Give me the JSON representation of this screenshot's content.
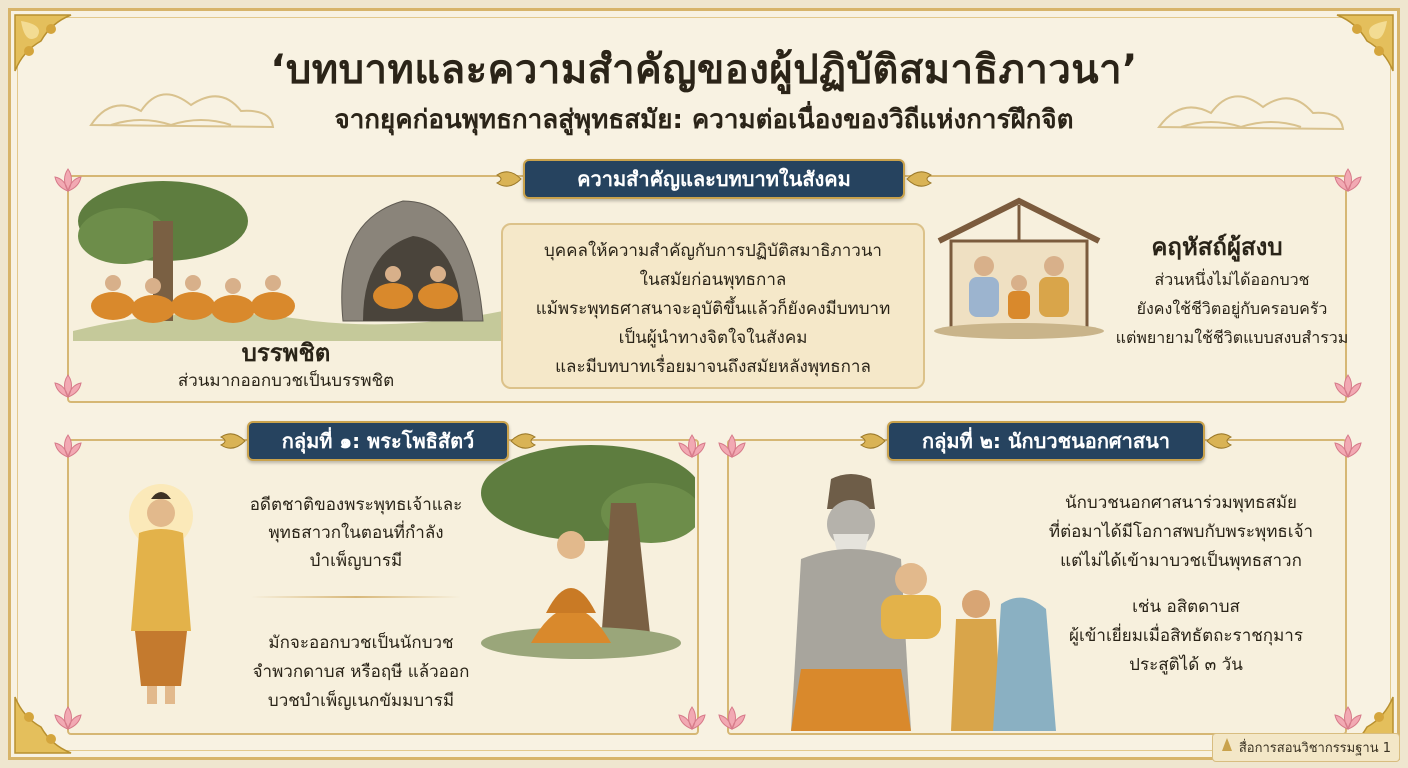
{
  "header": {
    "title": "‘บทบาทและความสำคัญของผู้ปฏิบัติสมาธิภาวนา’",
    "subtitle": "จากยุคก่อนพุทธกาลสู่พุทธสมัย: ความต่อเนื่องของวิถีแห่งการฝึกจิต"
  },
  "top_section": {
    "banner": "ความสำคัญและบทบาทในสังคม",
    "left": {
      "heading": "บรรพชิต",
      "caption": "ส่วนมากออกบวชเป็นบรรพชิต"
    },
    "center_lines": [
      "บุคคลให้ความสำคัญกับการปฏิบัติสมาธิภาวนา",
      "ในสมัยก่อนพุทธกาล",
      "แม้พระพุทธศาสนาจะอุบัติขึ้นแล้วก็ยังคงมีบทบาท",
      "เป็นผู้นำทางจิตใจในสังคม",
      "และมีบทบาทเรื่อยมาจนถึงสมัยหลังพุทธกาล"
    ],
    "right": {
      "heading": "คฤหัสถ์ผู้สงบ",
      "lines": [
        "ส่วนหนึ่งไม่ได้ออกบวช",
        "ยังคงใช้ชีวิตอยู่กับครอบครัว",
        "แต่พยายามใช้ชีวิตแบบสงบสำรวม"
      ]
    }
  },
  "group1": {
    "banner": "กลุ่มที่ ๑: พระโพธิสัตว์",
    "para1": [
      "อดีตชาติของพระพุทธเจ้าและ",
      "พุทธสาวกในตอนที่กำลัง",
      "บำเพ็ญบารมี"
    ],
    "para2": [
      "มักจะออกบวชเป็นนักบวช",
      "จำพวกดาบส หรือฤษี แล้วออก",
      "บวชบำเพ็ญเนกขัมมบารมี"
    ]
  },
  "group2": {
    "banner": "กลุ่มที่ ๒: นักบวชนอกศาสนา",
    "para1": [
      "นักบวชนอกศาสนาร่วมพุทธสมัย",
      "ที่ต่อมาได้มีโอกาสพบกับพระพุทธเจ้า",
      "แต่ไม่ได้เข้ามาบวชเป็นพุทธสาวก"
    ],
    "para2": [
      "เช่น อสิตดาบส",
      "ผู้เข้าเยี่ยมเมื่อสิทธัตถะราชกุมาร",
      "ประสูติได้ ๓ วัน"
    ]
  },
  "footer": "สื่อการสอนวิชากรรมฐาน 1",
  "colors": {
    "banner_bg": "#26435f",
    "gold": "#c9a24c",
    "robe": "#d9892c",
    "paper": "#f8f2e2"
  }
}
